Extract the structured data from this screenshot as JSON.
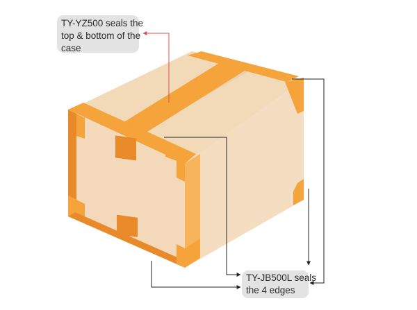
{
  "callouts": {
    "top": {
      "lines": [
        "TY-YZ500 seals the",
        "top & bottom of the",
        "case"
      ]
    },
    "bottom": {
      "lines": [
        "TY-JB500L seals",
        "the 4 edges"
      ]
    }
  },
  "colors": {
    "box_top": "#f2d9b8",
    "box_front": "#f3d9b9",
    "box_right": "#f4ddc0",
    "tape": "#f5a43c",
    "tape_dark": "#e8892a",
    "tape_light": "#f8b75a",
    "callout_bg": "#e3e3e3",
    "arrow_red": "#e05050",
    "arrow_black": "#222222"
  }
}
